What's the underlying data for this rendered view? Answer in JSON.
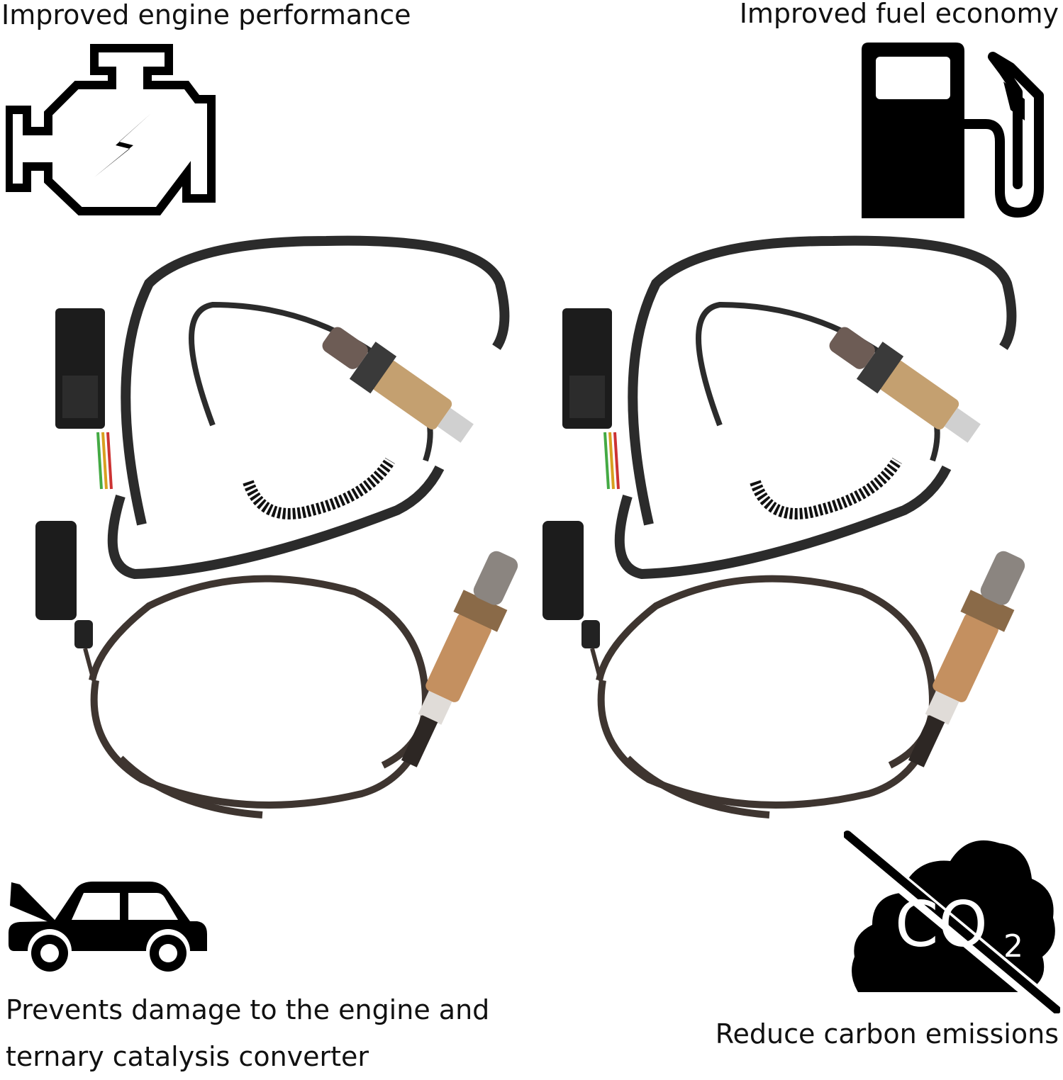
{
  "captions": {
    "engine": "Improved engine performance",
    "fuel": "Improved fuel economy",
    "damage": "Prevents damage to the engine and ternary catalysis converter",
    "carbon": "Reduce carbon emissions"
  },
  "co2_icon": {
    "main": "CO",
    "subscript": "2"
  },
  "icons": [
    "engine-icon",
    "fuel-pump-icon",
    "car-hood-open-icon",
    "co2-cloud-crossed-icon"
  ],
  "products": [
    {
      "name": "wideband-oxygen-sensor-upstream",
      "connector": "5-pin black",
      "cable": "braided black"
    },
    {
      "name": "oxygen-sensor-downstream",
      "connector": "4-pin black",
      "cable": "smooth brown"
    }
  ],
  "colors": {
    "background": "#ffffff",
    "icon": "#000000",
    "cable_upper": "#2b2b2b",
    "cable_lower": "#3e3530",
    "sensor_brass": "#c4a070",
    "connector": "#1c1c1c"
  }
}
